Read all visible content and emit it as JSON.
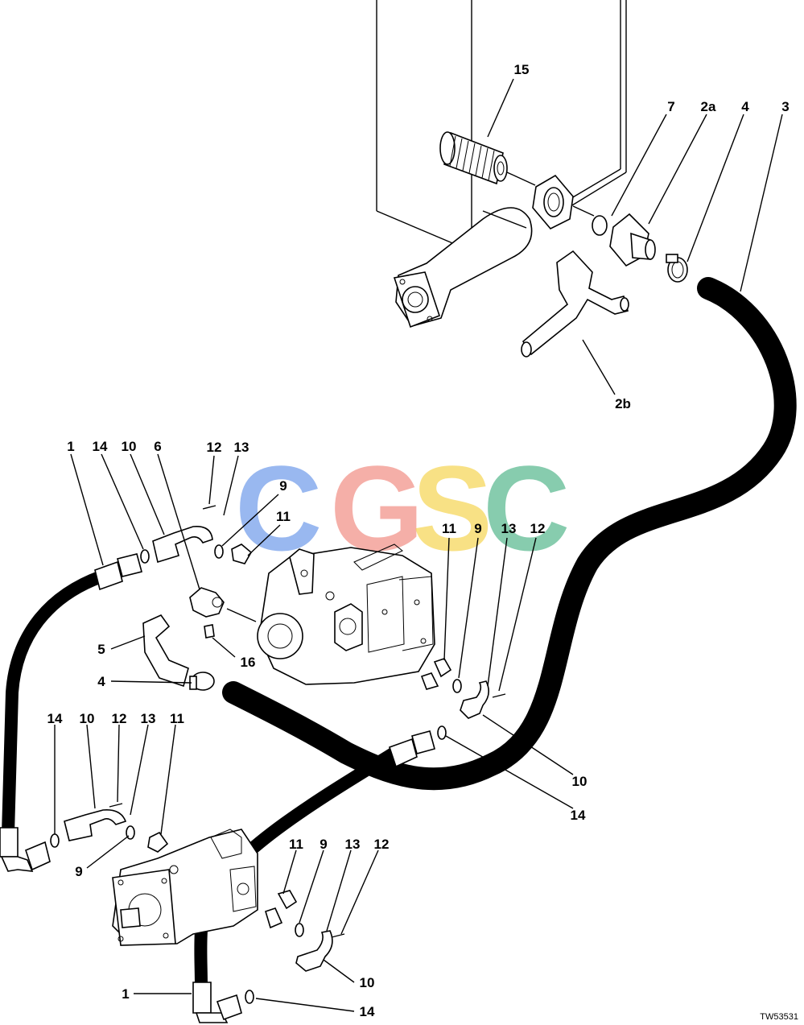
{
  "figure_id": "TW53531",
  "watermark": {
    "letters": [
      {
        "char": "C",
        "color": "#5b8de8"
      },
      {
        "char": "G",
        "color": "#f07f74"
      },
      {
        "char": "S",
        "color": "#f5cf3c"
      },
      {
        "char": "C",
        "color": "#3fae7e"
      }
    ]
  },
  "callouts": {
    "c15": "15",
    "c7": "7",
    "c2a": "2a",
    "c4_top": "4",
    "c3": "3",
    "c2b": "2b",
    "c1_left": "1",
    "c14_left": "14",
    "c10_left": "10",
    "c6": "6",
    "c12_top": "12",
    "c13_top": "13",
    "c9_top": "9",
    "c11_top": "11",
    "c11_right": "11",
    "c9_right": "9",
    "c13_right": "13",
    "c12_right": "12",
    "c5": "5",
    "c16": "16",
    "c4_mid": "4",
    "c10_right": "10",
    "c14_right": "14",
    "c14_low": "14",
    "c10_low": "10",
    "c12_low": "12",
    "c13_low": "13",
    "c11_low": "11",
    "c9_low": "9",
    "c11_bot": "11",
    "c9_bot": "9",
    "c13_bot": "13",
    "c12_bot": "12",
    "c10_bot": "10",
    "c1_bot": "1",
    "c14_bot": "14"
  }
}
